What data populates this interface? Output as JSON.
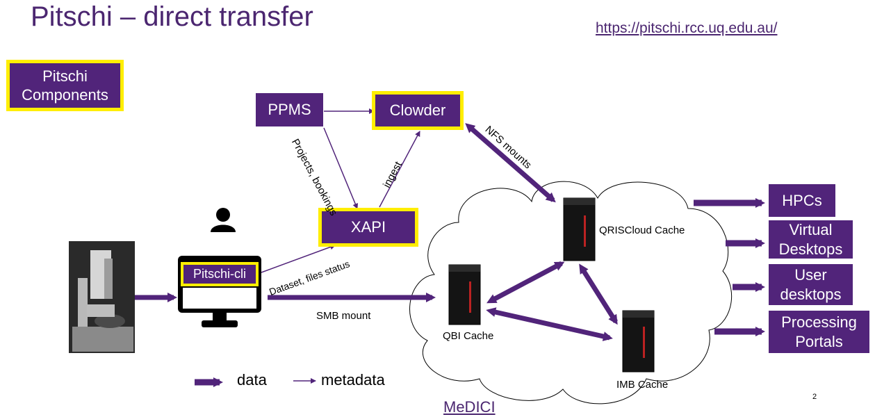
{
  "header": {
    "title": "Pitschi – direct transfer",
    "url": "https://pitschi.rcc.uq.edu.au/"
  },
  "components_badge": "Pitschi Components",
  "nodes": {
    "ppms": "PPMS",
    "clowder": "Clowder",
    "xapi": "XAPI",
    "pitschi_cli": "Pitschi-cli"
  },
  "caches": {
    "qriscloud": "QRISCloud Cache",
    "qbi": "QBI Cache",
    "imb": "IMB Cache"
  },
  "edge_labels": {
    "projects_bookings": "Projects, bookings",
    "ingest": "ingest",
    "nfs_mounts": "NFS mounts",
    "dataset_status": "Dataset, files status",
    "smb_mount": "SMB mount"
  },
  "destinations": [
    "HPCs",
    "Virtual Desktops",
    "User desktops",
    "Processing Portals"
  ],
  "legend": {
    "data": "data",
    "metadata": "metadata"
  },
  "footer": {
    "medici": "MeDICI",
    "page_number": "2"
  },
  "colors": {
    "brand_purple": "#51247a",
    "highlight_yellow": "#ffee00",
    "title_purple": "#4b2670"
  }
}
